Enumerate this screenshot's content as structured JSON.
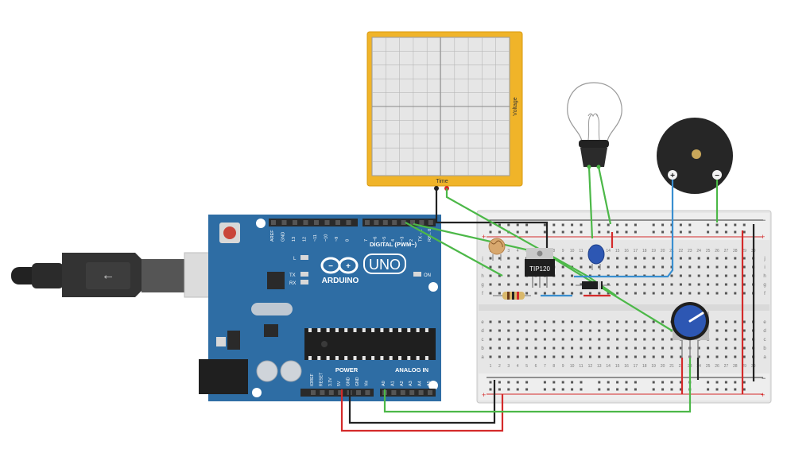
{
  "oscilloscope": {
    "x_label": "Time",
    "y_label": "Voltage"
  },
  "arduino": {
    "brand": "ARDUINO",
    "model": "UNO",
    "digital_header": "DIGITAL (PWM~)",
    "power_header": "POWER",
    "analog_header": "ANALOG IN",
    "led_l": "L",
    "led_tx": "TX",
    "led_rx": "RX",
    "led_on": "ON",
    "digital_pins": [
      "AREF",
      "GND",
      "13",
      "12",
      "~11",
      "~10",
      "~9",
      "8",
      "7",
      "~6",
      "~5",
      "4",
      "~3",
      "2",
      "TX→1",
      "RX←0"
    ],
    "power_pins": [
      "IOREF",
      "RESET",
      "3.3V",
      "5V",
      "GND",
      "GND",
      "Vin"
    ],
    "analog_pins": [
      "A0",
      "A1",
      "A2",
      "A3",
      "A4",
      "A5"
    ]
  },
  "transistor": {
    "label": "TIP120"
  },
  "breadboard": {
    "column_numbers": [
      "1",
      "2",
      "3",
      "4",
      "5",
      "6",
      "7",
      "8",
      "9",
      "10",
      "11",
      "12",
      "13",
      "14",
      "15",
      "16",
      "17",
      "18",
      "19",
      "20",
      "21",
      "22",
      "23",
      "24",
      "25",
      "26",
      "27",
      "28",
      "29",
      "30"
    ],
    "rows_top": [
      "j",
      "i",
      "h",
      "g",
      "f"
    ],
    "rows_bottom": [
      "e",
      "d",
      "c",
      "b",
      "a"
    ],
    "plus_label": "+",
    "minus_label": "−"
  },
  "buzzer": {
    "plus": "+",
    "minus": "−"
  },
  "colors": {
    "arduino_board": "#2e6da4",
    "oscilloscope_frame": "#f0b429",
    "wire_green": "#4cb848",
    "wire_red": "#d42a2a",
    "wire_blue": "#3a8fd0",
    "wire_black": "#222222"
  }
}
